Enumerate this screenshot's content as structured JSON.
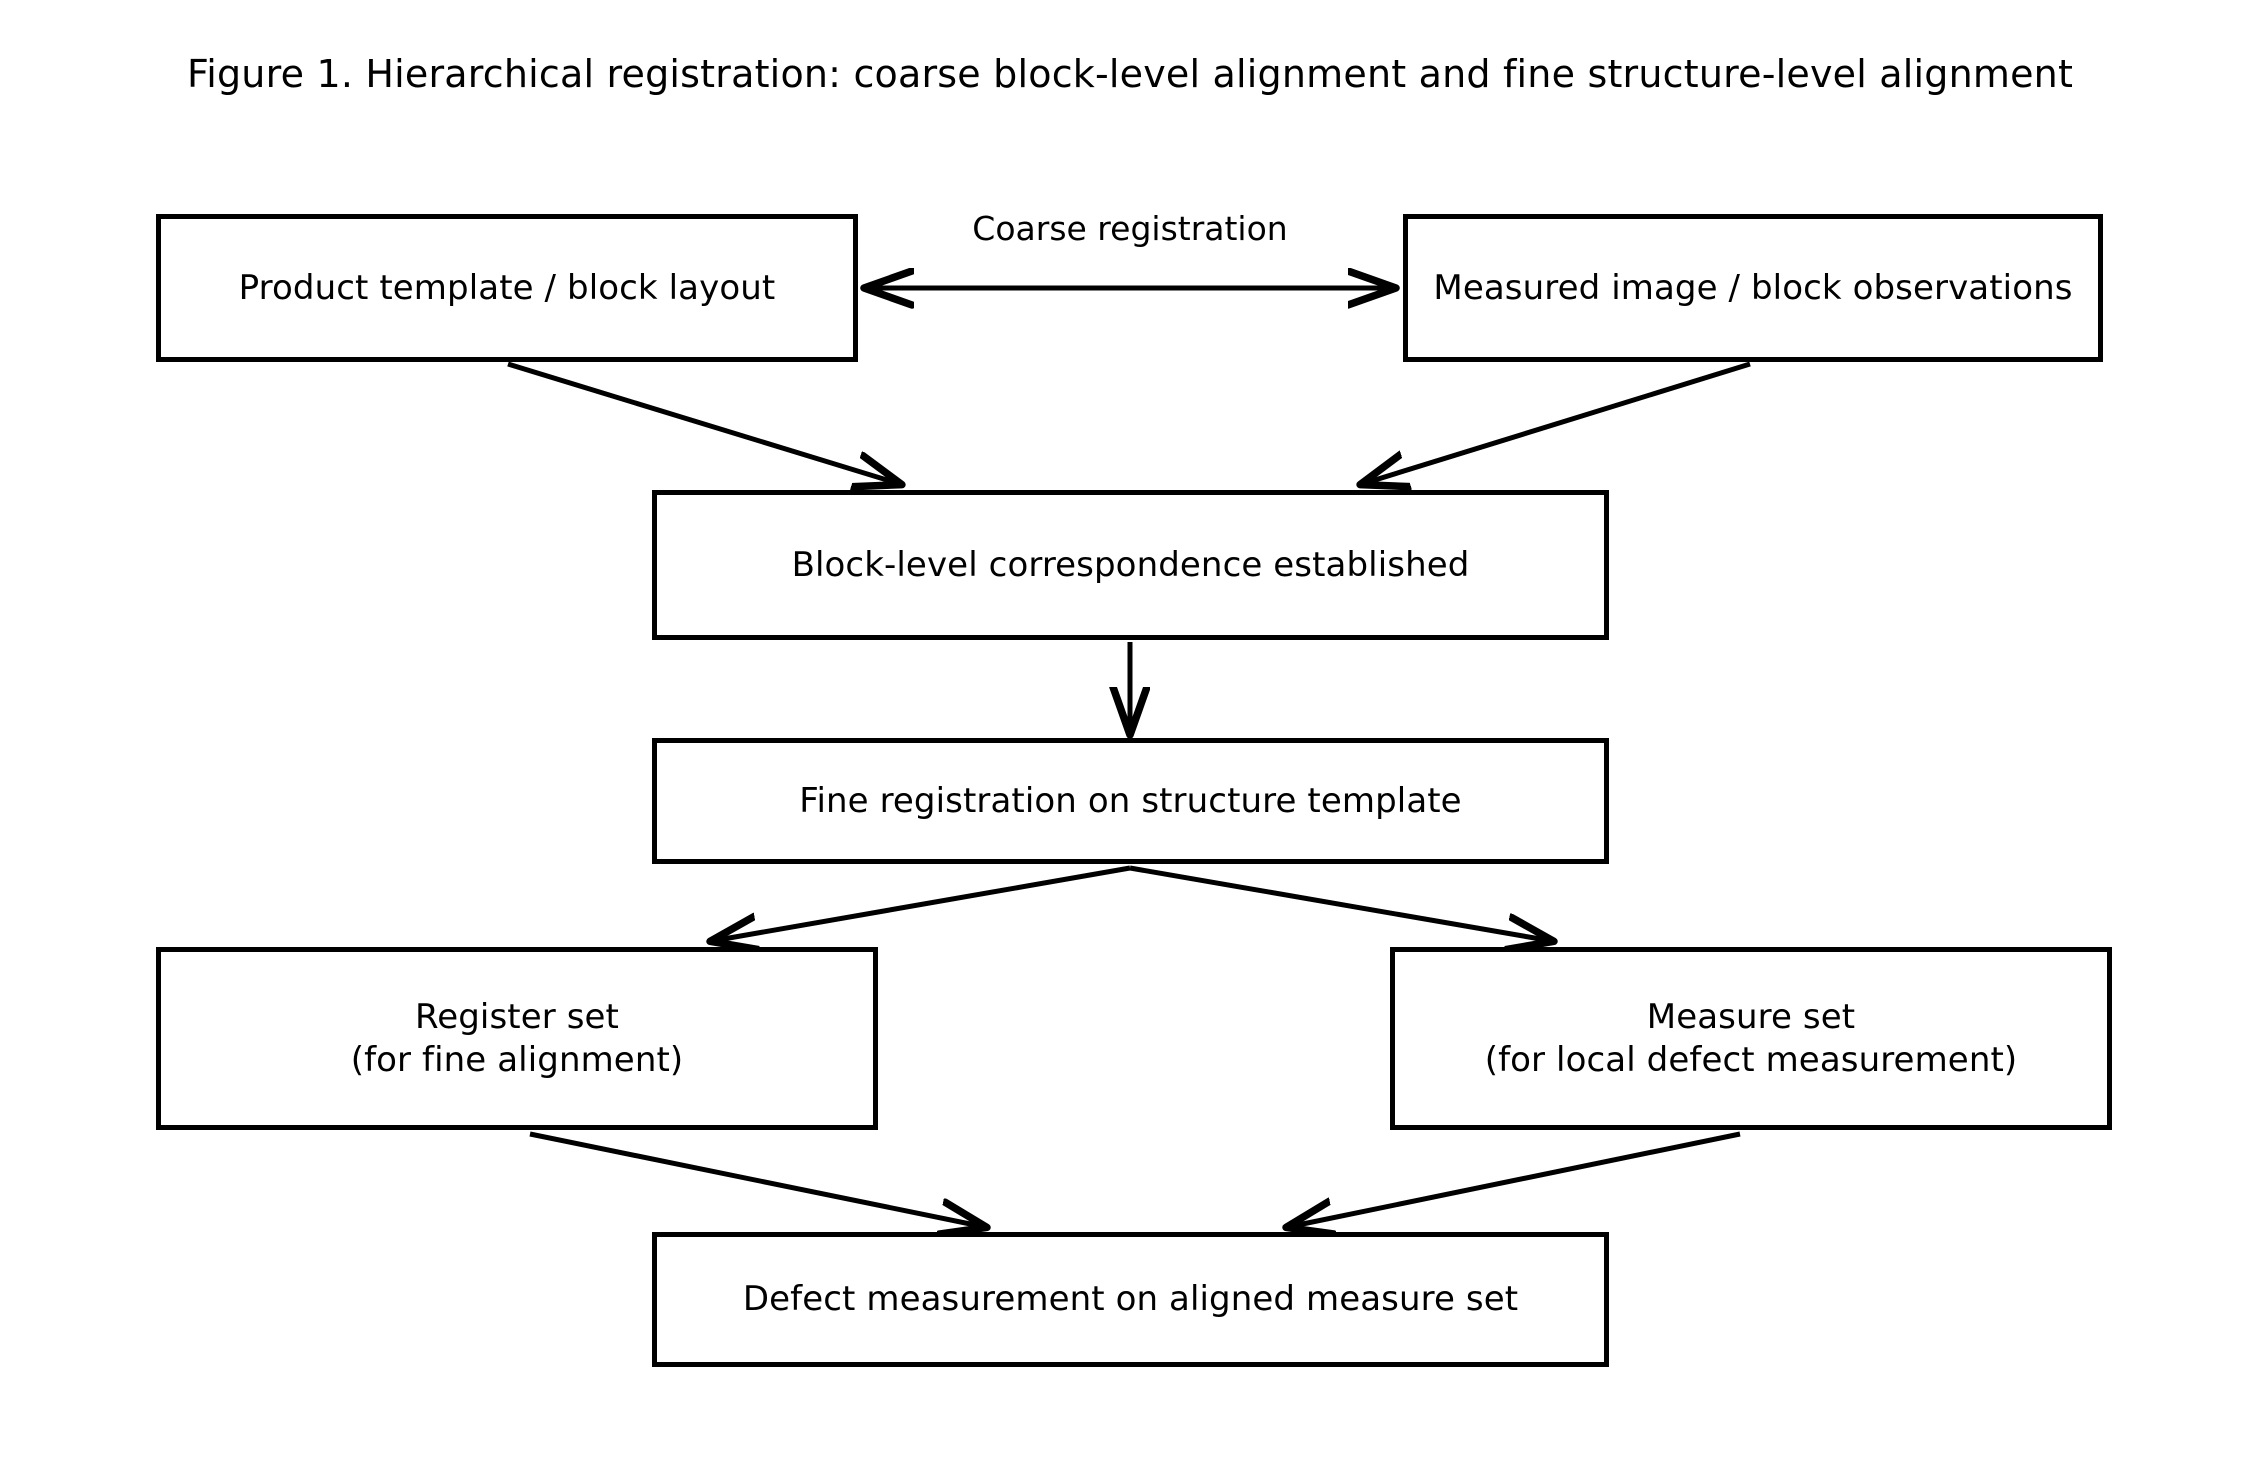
{
  "figure": {
    "title": "Figure 1. Hierarchical registration: coarse block-level alignment and fine structure-level alignment",
    "background_color": "#ffffff",
    "stroke_color": "#000000",
    "text_color": "#000000"
  },
  "nodes": {
    "product_template": {
      "label": "Product template / block layout"
    },
    "measured_image": {
      "label": "Measured image / block observations"
    },
    "block_correspondence": {
      "label": "Block-level correspondence established"
    },
    "fine_registration": {
      "label": "Fine registration on structure template"
    },
    "register_set": {
      "label": "Register set\n(for fine alignment)"
    },
    "measure_set": {
      "label": "Measure set\n(for local defect measurement)"
    },
    "defect_measurement": {
      "label": "Defect measurement on aligned measure set"
    }
  },
  "edges": {
    "coarse_registration": {
      "label": "Coarse registration",
      "direction": "bidirectional"
    },
    "template_to_block": {
      "label": "",
      "direction": "forward"
    },
    "measured_to_block": {
      "label": "",
      "direction": "forward"
    },
    "block_to_fine": {
      "label": "",
      "direction": "forward"
    },
    "fine_to_register": {
      "label": "",
      "direction": "forward"
    },
    "fine_to_measure": {
      "label": "",
      "direction": "forward"
    },
    "register_to_defect": {
      "label": "",
      "direction": "forward"
    },
    "measure_to_defect": {
      "label": "",
      "direction": "forward"
    }
  }
}
